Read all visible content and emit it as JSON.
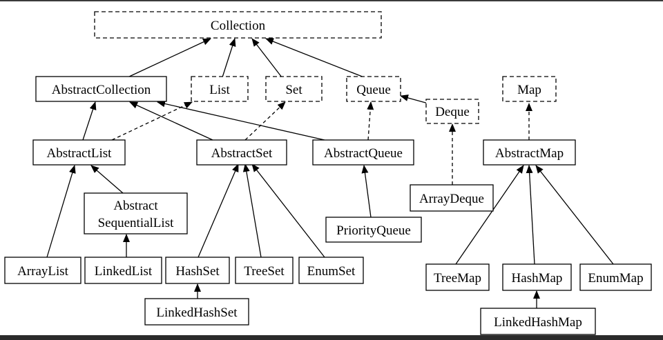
{
  "diagram": {
    "nodes": {
      "collection": "Collection",
      "abstract_collection": "AbstractCollection",
      "list": "List",
      "set": "Set",
      "queue": "Queue",
      "map": "Map",
      "deque": "Deque",
      "abstract_list": "AbstractList",
      "abstract_set": "AbstractSet",
      "abstract_queue": "AbstractQueue",
      "abstract_map": "AbstractMap",
      "array_deque": "ArrayDeque",
      "abstract_sequential_list_line1": "Abstract",
      "abstract_sequential_list_line2": "SequentialList",
      "priority_queue": "PriorityQueue",
      "array_list": "ArrayList",
      "linked_list": "LinkedList",
      "hash_set": "HashSet",
      "tree_set": "TreeSet",
      "enum_set": "EnumSet",
      "linked_hash_set": "LinkedHashSet",
      "tree_map": "TreeMap",
      "hash_map": "HashMap",
      "enum_map": "EnumMap",
      "linked_hash_map": "LinkedHashMap"
    }
  }
}
